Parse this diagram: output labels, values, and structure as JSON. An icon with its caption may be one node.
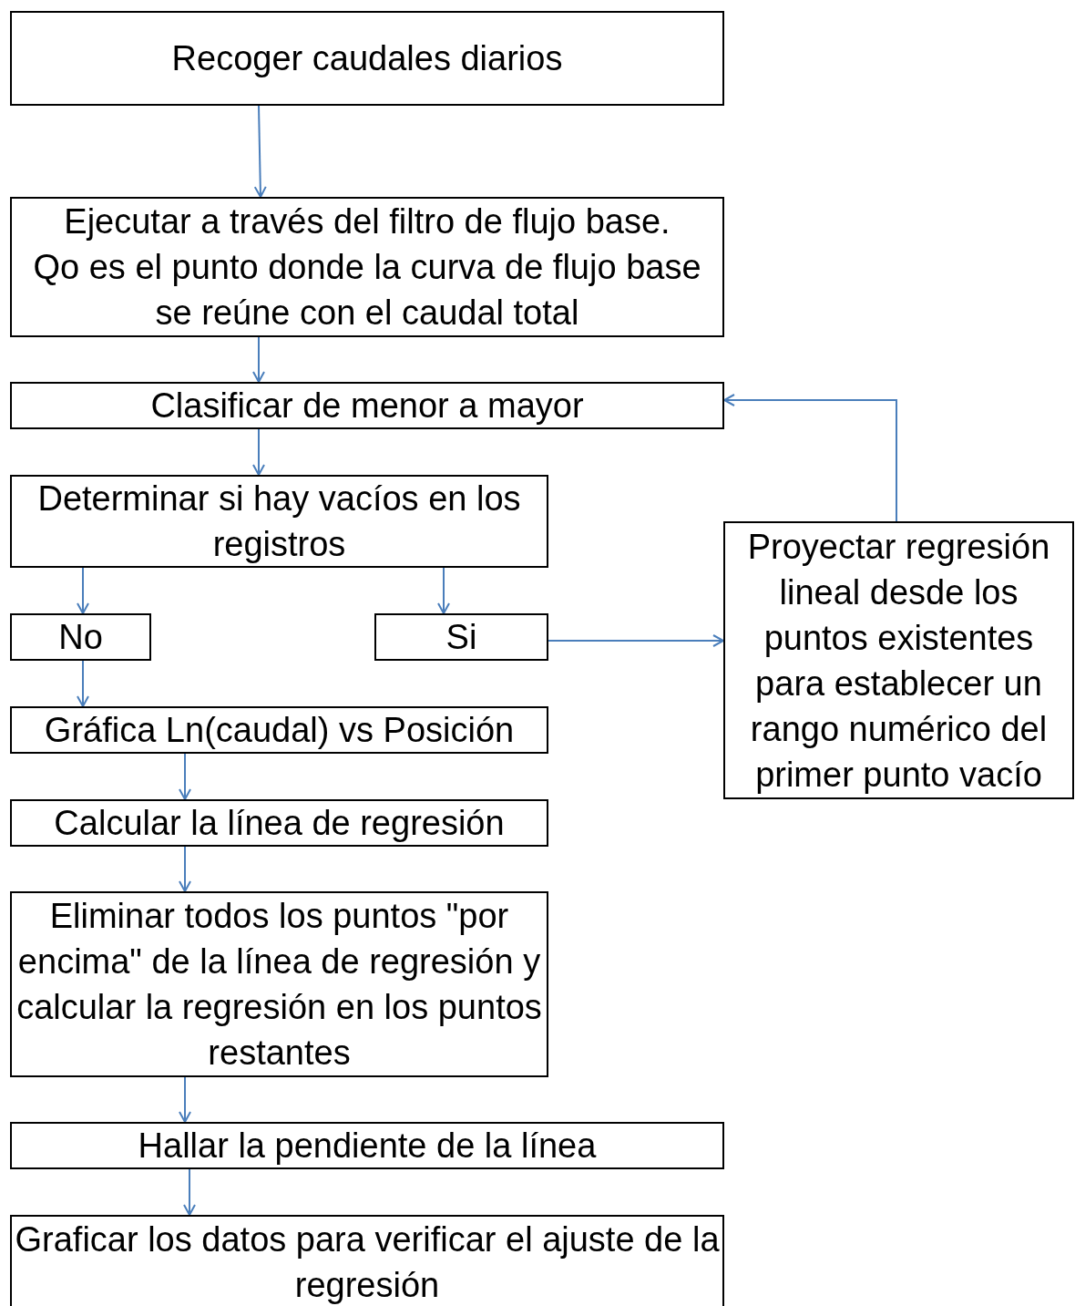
{
  "diagram": {
    "nodes": [
      {
        "text": [
          "Recoger caudales diarios"
        ]
      },
      {
        "text": [
          "Ejecutar a través del filtro de flujo base.",
          "Qo es el punto donde la curva de flujo base se reúne con el caudal total"
        ]
      },
      {
        "text": [
          "Clasificar de menor a mayor"
        ]
      },
      {
        "text": [
          "Determinar si hay vacíos en los registros"
        ]
      },
      {
        "text": [
          "No"
        ]
      },
      {
        "text": [
          "Si"
        ]
      },
      {
        "text": [
          "Proyectar regresión lineal desde los puntos existentes para establecer un rango numérico del primer punto  vacío"
        ]
      },
      {
        "text": [
          "Gráfica Ln(caudal) vs Posición"
        ]
      },
      {
        "text": [
          "Calcular la línea de regresión"
        ]
      },
      {
        "text": [
          "Eliminar todos los puntos \"por encima\" de la línea de regresión y calcular la regresión en los puntos restantes"
        ]
      },
      {
        "text": [
          "Hallar la pendiente de la línea"
        ]
      },
      {
        "text": [
          "Graficar los datos para verificar el ajuste de la regresión"
        ]
      }
    ],
    "edges": [
      {
        "from": 0,
        "to": 1,
        "arrow": "to"
      },
      {
        "from": 1,
        "to": 2,
        "arrow": "to"
      },
      {
        "from": 2,
        "to": 3,
        "arrow": "to"
      },
      {
        "from": 3,
        "to": 4,
        "arrow": "to"
      },
      {
        "from": 3,
        "to": 5,
        "arrow": "to"
      },
      {
        "from": 4,
        "to": 7,
        "arrow": "to"
      },
      {
        "from": 5,
        "to": 6,
        "arrow": "to"
      },
      {
        "from": 6,
        "to": 2,
        "arrow": "to"
      },
      {
        "from": 7,
        "to": 8,
        "arrow": "to"
      },
      {
        "from": 8,
        "to": 9,
        "arrow": "to"
      },
      {
        "from": 9,
        "to": 10,
        "arrow": "to"
      },
      {
        "from": 10,
        "to": 11,
        "arrow": "to"
      }
    ]
  }
}
